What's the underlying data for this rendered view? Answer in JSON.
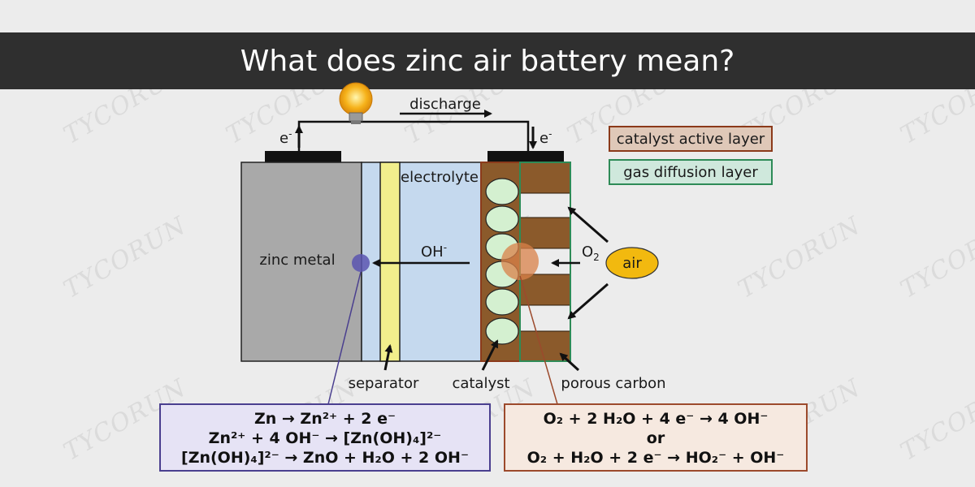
{
  "title": "What does zinc air battery mean?",
  "watermark": "TYCORUN",
  "legend": {
    "catalyst_active_layer": "catalyst active layer",
    "gas_diffusion_layer": "gas diffusion layer"
  },
  "labels": {
    "discharge": "discharge",
    "electron_left": "e",
    "electron_right": "e",
    "electron_sup": "-",
    "electrolyte": "electrolyte",
    "zinc_metal": "zinc metal",
    "hydroxide": "OH",
    "hydroxide_sup": "-",
    "oxygen": "O",
    "oxygen_sub": "2",
    "air": "air",
    "separator": "separator",
    "catalyst": "catalyst",
    "porous_carbon": "porous carbon"
  },
  "anode_reactions": [
    "Zn → Zn²⁺ + 2 e⁻",
    "Zn²⁺ + 4 OH⁻ → [Zn(OH)₄]²⁻",
    "[Zn(OH)₄]²⁻ → ZnO + H₂O + 2 OH⁻"
  ],
  "cathode_reactions": {
    "line1": "O₂ + 2 H₂O + 4 e⁻ → 4 OH⁻",
    "or": "or",
    "line2": "O₂ + H₂O + 2 e⁻ → HO₂⁻ + OH⁻"
  },
  "colors": {
    "zinc": "#a9a9a9",
    "electrolyte": "#c5d9ee",
    "separator": "#f2ef8c",
    "catalyst_particle": "#d4f0d0",
    "porous_carbon": "#8b5a2b",
    "catalyst_layer_border": "#8b3a1a",
    "gas_diffusion_border": "#2e8b57",
    "air_fill": "#f2b90f",
    "anode_box_fill": "#e6e3f5",
    "anode_box_border": "#4a3f8f",
    "cathode_box_fill": "#f6e9e0",
    "cathode_box_border": "#9c4a2c"
  },
  "icons": [
    "light-bulb-icon",
    "arrow-icon"
  ]
}
